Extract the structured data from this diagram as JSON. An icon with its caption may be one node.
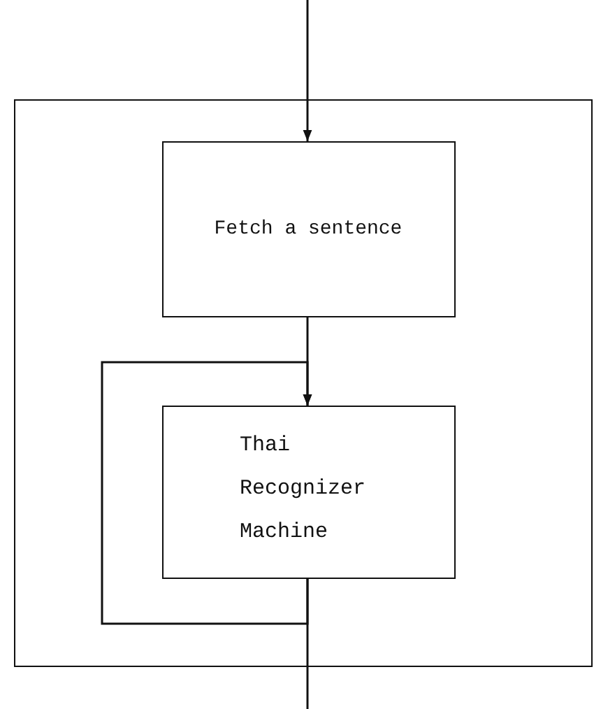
{
  "diagram": {
    "nodes": [
      {
        "text": [],
        "shape": "box"
      },
      {
        "text": [
          "Fetch a sentence"
        ],
        "in": 0
      },
      {
        "text": [
          "Thai Recognizer Machine"
        ],
        "in": 0
      }
    ],
    "edges": [
      {
        "from": null,
        "to": 1,
        "arrow": "to"
      },
      {
        "from": 1,
        "to": 2,
        "arrow": "to"
      },
      {
        "from": 2,
        "to": 2,
        "arrow": "to"
      },
      {
        "from": 2,
        "to": null,
        "arrow": "none"
      }
    ]
  }
}
